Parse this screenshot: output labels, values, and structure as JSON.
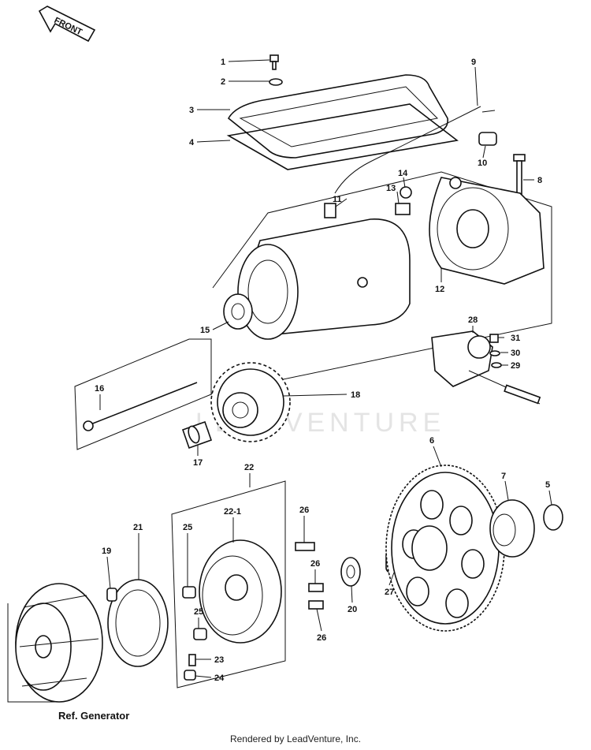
{
  "front_label": "FRONT",
  "watermark": "LEADVENTURE",
  "ref_label": "Ref.  Generator",
  "footer": "Rendered by LeadVenture, Inc.",
  "callouts": {
    "c1": "1",
    "c2": "2",
    "c3": "3",
    "c4": "4",
    "c5": "5",
    "c6": "6",
    "c7": "7",
    "c8": "8",
    "c9": "9",
    "c10": "10",
    "c11": "11",
    "c12": "12",
    "c13": "13",
    "c14": "14",
    "c15": "15",
    "c16": "16",
    "c17": "17",
    "c18": "18",
    "c19": "19",
    "c20": "20",
    "c21": "21",
    "c22": "22",
    "c22_1": "22-1",
    "c23": "23",
    "c24": "24",
    "c25a": "25",
    "c25b": "25",
    "c26a": "26",
    "c26b": "26",
    "c26c": "26",
    "c27": "27",
    "c28": "28",
    "c29": "29",
    "c30": "30",
    "c31": "31"
  }
}
